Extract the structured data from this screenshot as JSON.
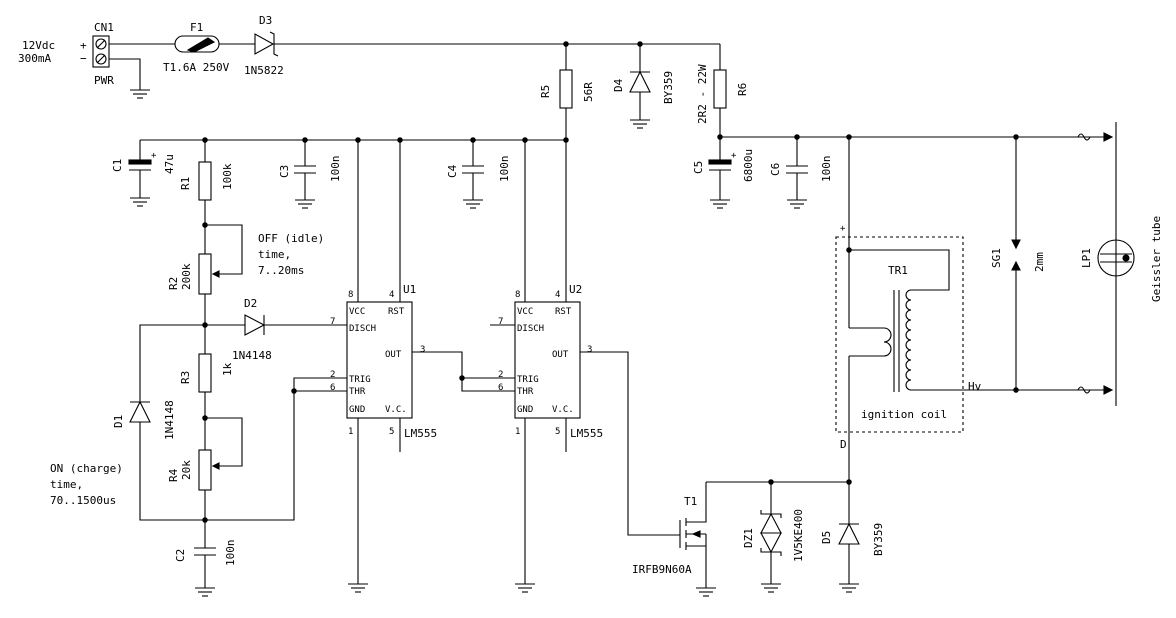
{
  "power_input": {
    "voltage": "12Vdc",
    "current": "300mA",
    "plus": "+",
    "minus": "−",
    "connector": "CN1",
    "connector_label": "PWR"
  },
  "fuse": {
    "ref": "F1",
    "value": "T1.6A 250V"
  },
  "diodes": {
    "d3": {
      "ref": "D3",
      "part": "1N5822"
    },
    "d4": {
      "ref": "D4",
      "part": "BY359"
    },
    "d2": {
      "ref": "D2",
      "part": "1N4148"
    },
    "d1": {
      "ref": "D1",
      "part": "1N4148"
    },
    "d5": {
      "ref": "D5",
      "part": "BY359"
    },
    "dz1": {
      "ref": "DZ1",
      "part": "1V5KE400"
    }
  },
  "resistors": {
    "r5": {
      "ref": "R5",
      "value": "56R"
    },
    "r6": {
      "ref": "R6",
      "value": "2R2 - 22W"
    },
    "r1": {
      "ref": "R1",
      "value": "100k"
    },
    "r2": {
      "ref": "R2",
      "value": "200k"
    },
    "r3": {
      "ref": "R3",
      "value": "1k"
    },
    "r4": {
      "ref": "R4",
      "value": "20k"
    }
  },
  "capacitors": {
    "c1": {
      "ref": "C1",
      "value": "47u"
    },
    "c3": {
      "ref": "C3",
      "value": "100n"
    },
    "c4": {
      "ref": "C4",
      "value": "100n"
    },
    "c5": {
      "ref": "C5",
      "value": "6800u"
    },
    "c6": {
      "ref": "C6",
      "value": "100n"
    },
    "c2": {
      "ref": "C2",
      "value": "100n"
    }
  },
  "annotations": {
    "off_line1": "OFF (idle)",
    "off_line2": "time,",
    "off_line3": "7..20ms",
    "on_line1": "ON (charge)",
    "on_line2": "time,",
    "on_line3": "70..1500us"
  },
  "u1": {
    "ref": "U1",
    "part": "LM555",
    "vcc": "VCC",
    "rst": "RST",
    "disch": "DISCH",
    "out": "OUT",
    "trig": "TRIG",
    "thr": "THR",
    "gnd": "GND",
    "vc": "V.C.",
    "p8": "8",
    "p4": "4",
    "p7": "7",
    "p3": "3",
    "p2": "2",
    "p6": "6",
    "p1": "1",
    "p5": "5"
  },
  "u2": {
    "ref": "U2",
    "part": "LM555",
    "vcc": "VCC",
    "rst": "RST",
    "disch": "DISCH",
    "out": "OUT",
    "trig": "TRIG",
    "thr": "THR",
    "gnd": "GND",
    "vc": "V.C.",
    "p8": "8",
    "p4": "4",
    "p7": "7",
    "p3": "3",
    "p2": "2",
    "p6": "6",
    "p1": "1",
    "p5": "5"
  },
  "t1": {
    "ref": "T1",
    "part": "IRFB9N60A"
  },
  "tr1": {
    "ref": "TR1",
    "label": "ignition coil",
    "plus": "+",
    "d": "D",
    "hv": "Hv"
  },
  "sg1": {
    "ref": "SG1",
    "gap": "2mm"
  },
  "lp1": {
    "ref": "LP1",
    "label": "Geissler tube"
  }
}
